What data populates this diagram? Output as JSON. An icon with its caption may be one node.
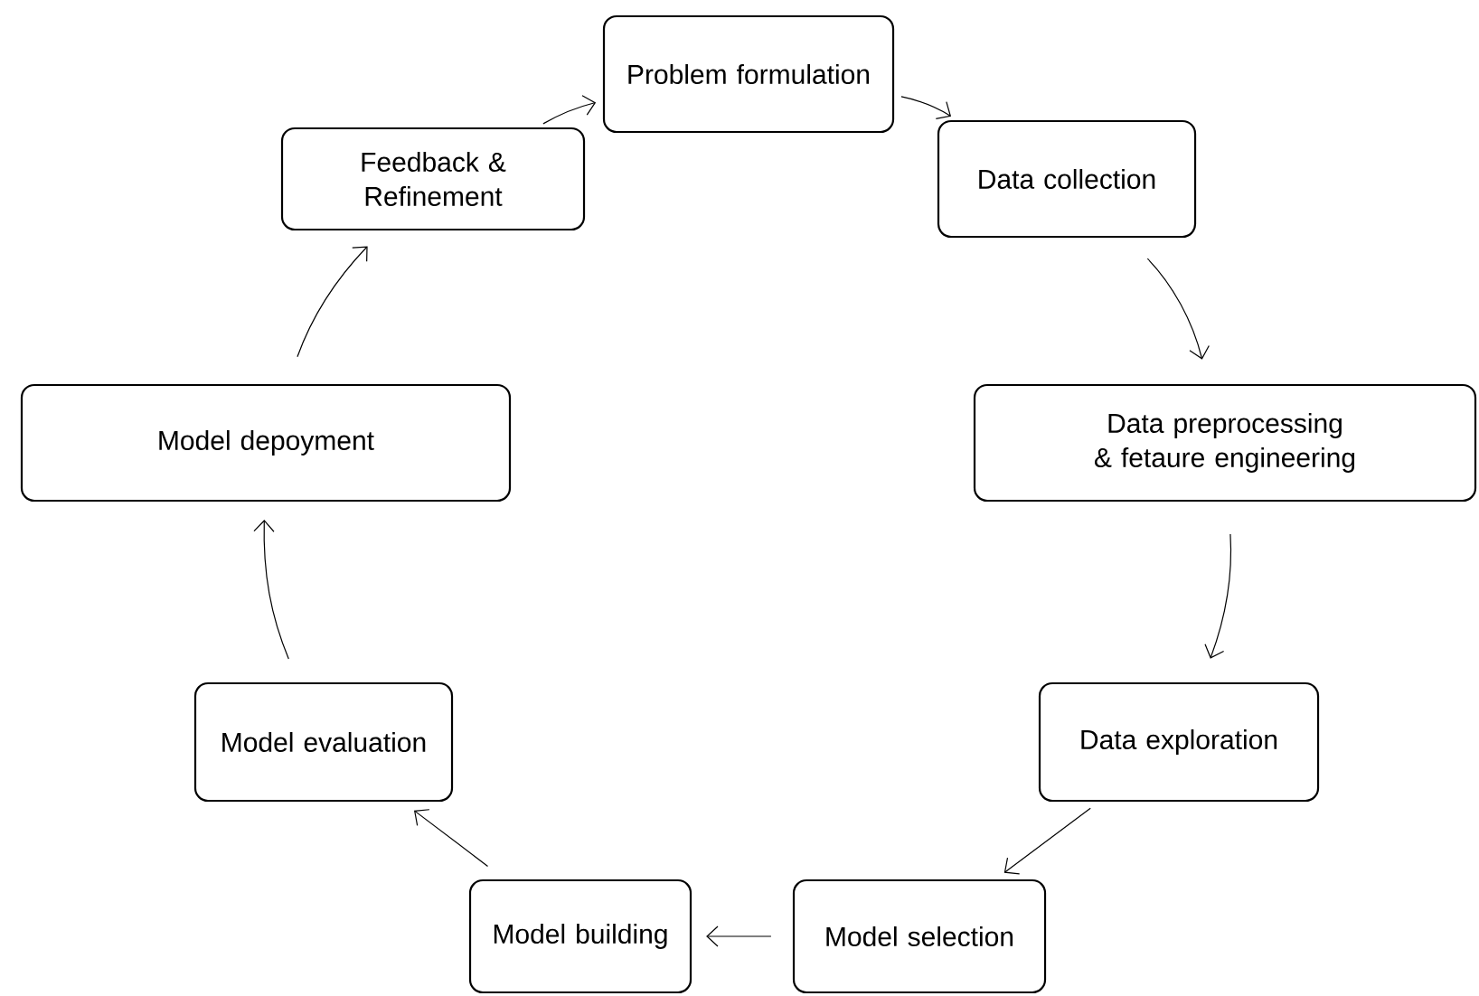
{
  "diagram": {
    "nodes": [
      {
        "text": [
          "Problem formulation"
        ]
      },
      {
        "text": [
          "Data collection"
        ]
      },
      {
        "text": [
          "Data preprocessing & fetaure engineering"
        ]
      },
      {
        "text": [
          "Data exploration"
        ]
      },
      {
        "text": [
          "Model selection"
        ]
      },
      {
        "text": [
          "Model building"
        ]
      },
      {
        "text": [
          "Model evaluation"
        ]
      },
      {
        "text": [
          "Model depoyment"
        ]
      },
      {
        "text": [
          "Feedback & Refinement"
        ]
      }
    ],
    "edges": [
      {
        "from": 0,
        "to": 1,
        "arrow": "to"
      },
      {
        "from": 1,
        "to": 2,
        "arrow": "to"
      },
      {
        "from": 2,
        "to": 3,
        "arrow": "to"
      },
      {
        "from": 3,
        "to": 4,
        "arrow": "to"
      },
      {
        "from": 4,
        "to": 5,
        "arrow": "to"
      },
      {
        "from": 5,
        "to": 6,
        "arrow": "to"
      },
      {
        "from": 6,
        "to": 7,
        "arrow": "to"
      },
      {
        "from": 7,
        "to": 8,
        "arrow": "to"
      },
      {
        "from": 8,
        "to": 0,
        "arrow": "to"
      }
    ]
  }
}
